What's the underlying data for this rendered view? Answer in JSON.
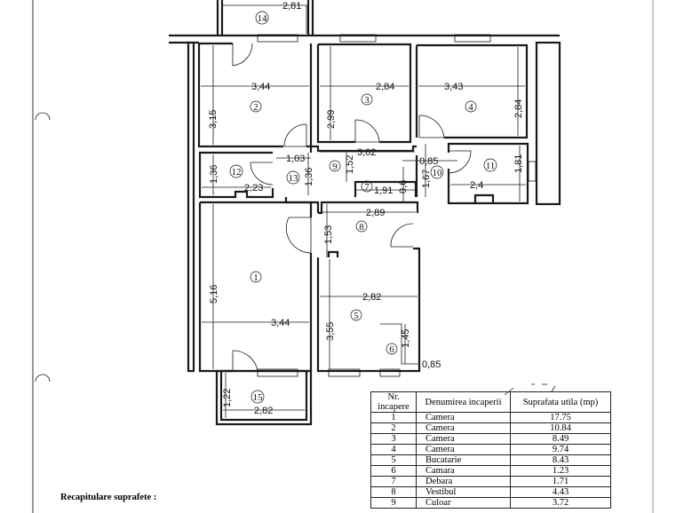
{
  "rooms": {
    "r1": "1",
    "r2": "2",
    "r3": "3",
    "r4": "4",
    "r5": "5",
    "r6": "6",
    "r7": "7",
    "r8": "8",
    "r9": "9",
    "r10": "10",
    "r11": "11",
    "r12": "12",
    "r13": "13",
    "r14": "14",
    "r15": "15"
  },
  "dimensions": {
    "b14_w": "2,81",
    "r2_w": "3,44",
    "r2_h": "3,15",
    "r3_w": "2,84",
    "r3_h": "2,99",
    "r4_w": "3,43",
    "r4_h": "2,84",
    "r13_w": "1,03",
    "r13_h": "1,36",
    "r12_h": "1,36",
    "r12_w": "2,23",
    "r9_w": "3,02",
    "r9_h": "1,52",
    "r7_w": "1,91",
    "r7_h": "0,6",
    "r10_w": "0,85",
    "r10_h": "1,67",
    "r11_h": "1,81",
    "r11_w": "2,4",
    "r8_w": "2,89",
    "r8_h": "1,53",
    "r1_h": "5,16",
    "r1_w": "3,44",
    "r5_w": "2,82",
    "r5_h": "3,55",
    "r6_h": "1,45",
    "r6_w": "0,85",
    "b15_h": "1,22",
    "b15_w": "2,82"
  },
  "table": {
    "headers": [
      "Nr. incapere",
      "Denumirea incaperii",
      "Suprafata utila (mp)"
    ],
    "rows": [
      [
        "1",
        "Camera",
        "17.75"
      ],
      [
        "2",
        "Camera",
        "10.84"
      ],
      [
        "3",
        "Camera",
        "8.49"
      ],
      [
        "4",
        "Camera",
        "9.74"
      ],
      [
        "5",
        "Bucatarie",
        "8.43"
      ],
      [
        "6",
        "Camara",
        "1.23"
      ],
      [
        "7",
        "Debara",
        "1.71"
      ],
      [
        "8",
        "Vestibul",
        "4.43"
      ],
      [
        "9",
        "Culoar",
        "3.72"
      ]
    ]
  },
  "recap_label": "Recapitulare suprafete  :"
}
